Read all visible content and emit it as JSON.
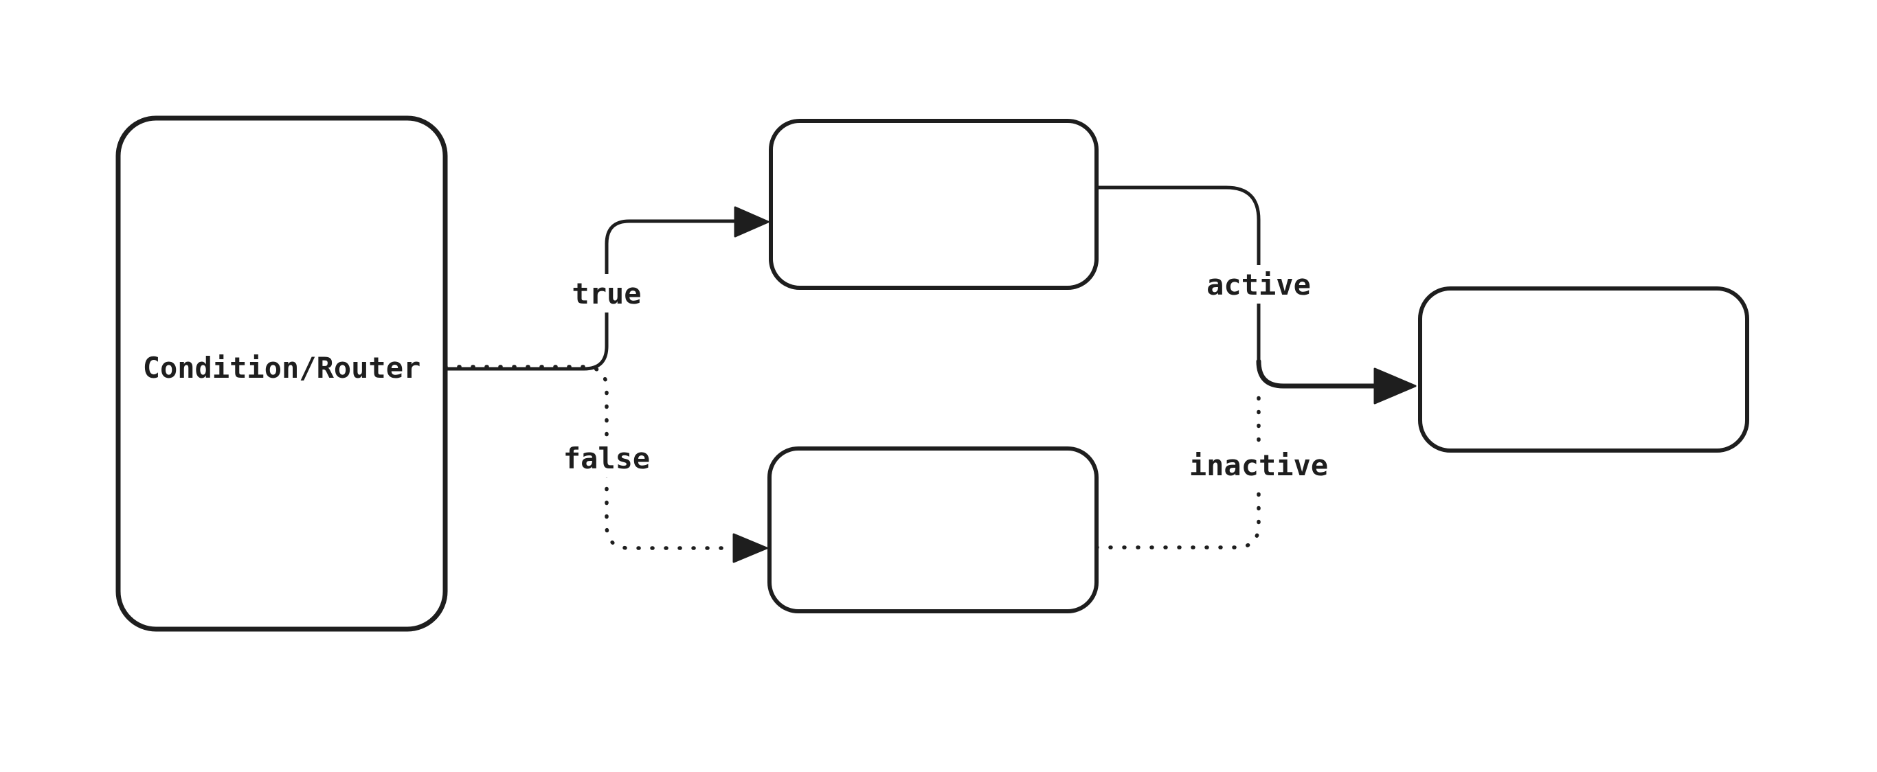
{
  "canvas": {
    "background_color": "#ffffff",
    "stroke_color": "#1e1e1e"
  },
  "nodes": {
    "condition_router": {
      "label": "Condition/Router"
    },
    "true_branch": {
      "label": ""
    },
    "false_branch": {
      "label": ""
    },
    "output": {
      "label": ""
    }
  },
  "edges": {
    "true_edge": {
      "from": "condition_router",
      "to": "true_branch",
      "label": "true",
      "style": "solid"
    },
    "false_edge": {
      "from": "condition_router",
      "to": "false_branch",
      "label": "false",
      "style": "dotted"
    },
    "active_edge": {
      "from": "true_branch",
      "to": "output",
      "label": "active",
      "style": "solid"
    },
    "inactive_edge": {
      "from": "false_branch",
      "to": "output",
      "label": "inactive",
      "style": "dotted"
    }
  }
}
